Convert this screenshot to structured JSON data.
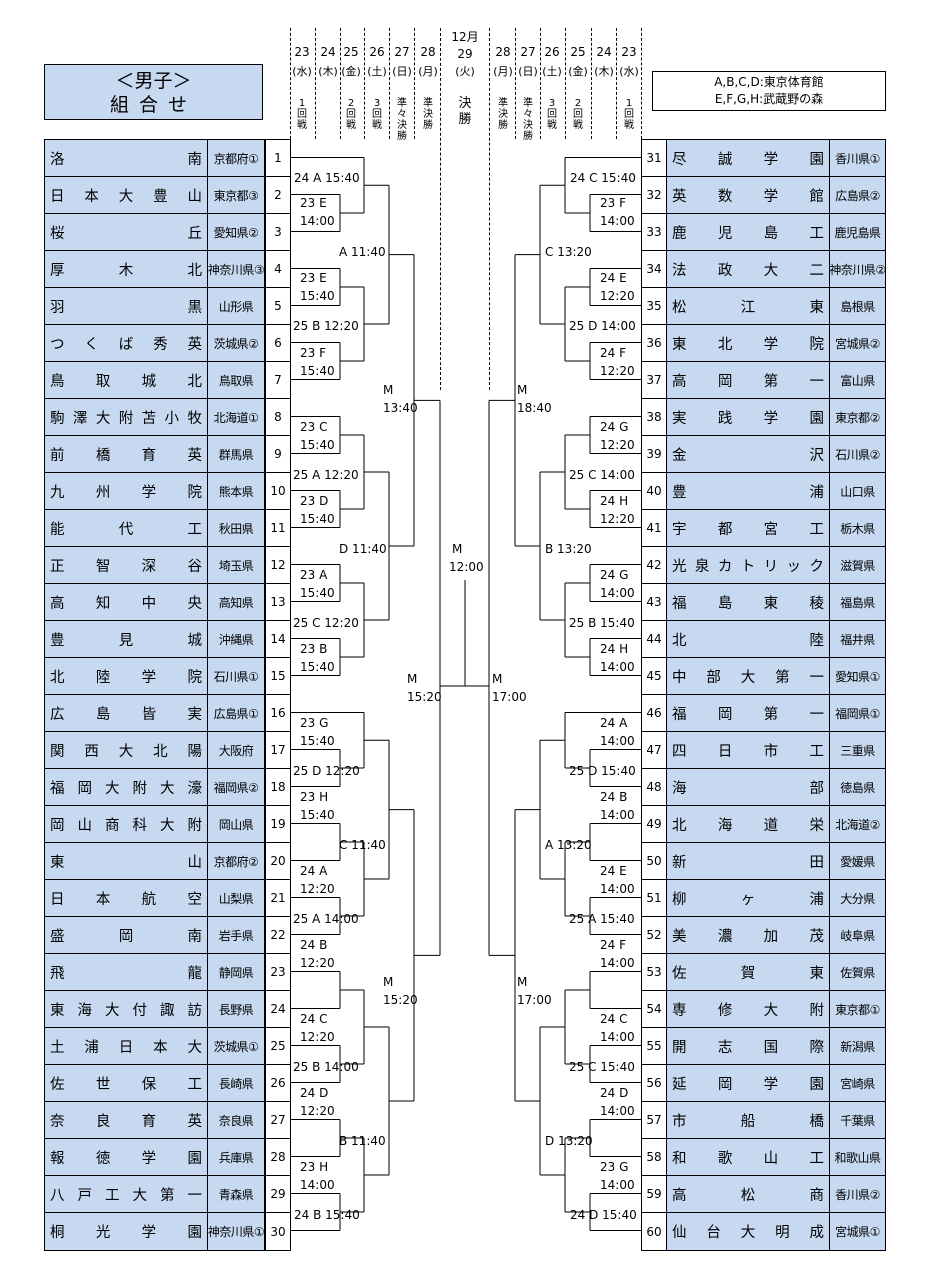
{
  "title": {
    "line1": "＜男子＞",
    "line2": "組合せ"
  },
  "venues": {
    "line1": "A,B,C,D:東京体育館",
    "line2": "E,F,G,H:武蔵野の森"
  },
  "month": "12月",
  "dates_left": [
    {
      "d": "23",
      "w": "(水)",
      "round": "1回戦"
    },
    {
      "d": "24",
      "w": "(木)",
      "round": ""
    },
    {
      "d": "25",
      "w": "(金)",
      "round": "2回戦"
    },
    {
      "d": "26",
      "w": "(土)",
      "round": "3回戦"
    },
    {
      "d": "27",
      "w": "(日)",
      "round": "準々決勝"
    },
    {
      "d": "28",
      "w": "(月)",
      "round": "準決勝"
    }
  ],
  "date_final": {
    "d": "29",
    "w": "(火)",
    "round": "決勝"
  },
  "dates_right": [
    {
      "d": "28",
      "w": "(月)",
      "round": "準決勝"
    },
    {
      "d": "27",
      "w": "(日)",
      "round": "準々決勝"
    },
    {
      "d": "26",
      "w": "(土)",
      "round": "3回戦"
    },
    {
      "d": "25",
      "w": "(金)",
      "round": "2回戦"
    },
    {
      "d": "24",
      "w": "(木)",
      "round": ""
    },
    {
      "d": "23",
      "w": "(水)",
      "round": "1回戦"
    }
  ],
  "left_teams": [
    {
      "no": "1",
      "school": "洛南",
      "pref": "京都府①"
    },
    {
      "no": "2",
      "school": "日本大豊山",
      "pref": "東京都③"
    },
    {
      "no": "3",
      "school": "桜丘",
      "pref": "愛知県②"
    },
    {
      "no": "4",
      "school": "厚木北",
      "pref": "神奈川県③"
    },
    {
      "no": "5",
      "school": "羽黒",
      "pref": "山形県"
    },
    {
      "no": "6",
      "school": "つくば秀英",
      "pref": "茨城県②"
    },
    {
      "no": "7",
      "school": "鳥取城北",
      "pref": "鳥取県"
    },
    {
      "no": "8",
      "school": "駒澤大附苫小牧",
      "pref": "北海道①"
    },
    {
      "no": "9",
      "school": "前橋育英",
      "pref": "群馬県"
    },
    {
      "no": "10",
      "school": "九州学院",
      "pref": "熊本県"
    },
    {
      "no": "11",
      "school": "能代工",
      "pref": "秋田県"
    },
    {
      "no": "12",
      "school": "正智深谷",
      "pref": "埼玉県"
    },
    {
      "no": "13",
      "school": "高知中央",
      "pref": "高知県"
    },
    {
      "no": "14",
      "school": "豊見城",
      "pref": "沖縄県"
    },
    {
      "no": "15",
      "school": "北陸学院",
      "pref": "石川県①"
    },
    {
      "no": "16",
      "school": "広島皆実",
      "pref": "広島県①"
    },
    {
      "no": "17",
      "school": "関西大北陽",
      "pref": "大阪府"
    },
    {
      "no": "18",
      "school": "福岡大附大濠",
      "pref": "福岡県②"
    },
    {
      "no": "19",
      "school": "岡山商科大附",
      "pref": "岡山県"
    },
    {
      "no": "20",
      "school": "東山",
      "pref": "京都府②"
    },
    {
      "no": "21",
      "school": "日本航空",
      "pref": "山梨県"
    },
    {
      "no": "22",
      "school": "盛岡南",
      "pref": "岩手県"
    },
    {
      "no": "23",
      "school": "飛龍",
      "pref": "静岡県"
    },
    {
      "no": "24",
      "school": "東海大付諏訪",
      "pref": "長野県"
    },
    {
      "no": "25",
      "school": "土浦日本大",
      "pref": "茨城県①"
    },
    {
      "no": "26",
      "school": "佐世保工",
      "pref": "長崎県"
    },
    {
      "no": "27",
      "school": "奈良育英",
      "pref": "奈良県"
    },
    {
      "no": "28",
      "school": "報徳学園",
      "pref": "兵庫県"
    },
    {
      "no": "29",
      "school": "八戸工大第一",
      "pref": "青森県"
    },
    {
      "no": "30",
      "school": "桐光学園",
      "pref": "神奈川県①"
    }
  ],
  "right_teams": [
    {
      "no": "31",
      "school": "尽誠学園",
      "pref": "香川県①"
    },
    {
      "no": "32",
      "school": "英数学館",
      "pref": "広島県②"
    },
    {
      "no": "33",
      "school": "鹿児島工",
      "pref": "鹿児島県"
    },
    {
      "no": "34",
      "school": "法政大二",
      "pref": "神奈川県②"
    },
    {
      "no": "35",
      "school": "松江東",
      "pref": "島根県"
    },
    {
      "no": "36",
      "school": "東北学院",
      "pref": "宮城県②"
    },
    {
      "no": "37",
      "school": "高岡第一",
      "pref": "富山県"
    },
    {
      "no": "38",
      "school": "実践学園",
      "pref": "東京都②"
    },
    {
      "no": "39",
      "school": "金沢",
      "pref": "石川県②"
    },
    {
      "no": "40",
      "school": "豊浦",
      "pref": "山口県"
    },
    {
      "no": "41",
      "school": "宇都宮工",
      "pref": "栃木県"
    },
    {
      "no": "42",
      "school": "光泉カトリック",
      "pref": "滋賀県"
    },
    {
      "no": "43",
      "school": "福島東稜",
      "pref": "福島県"
    },
    {
      "no": "44",
      "school": "北陸",
      "pref": "福井県"
    },
    {
      "no": "45",
      "school": "中部大第一",
      "pref": "愛知県①"
    },
    {
      "no": "46",
      "school": "福岡第一",
      "pref": "福岡県①"
    },
    {
      "no": "47",
      "school": "四日市工",
      "pref": "三重県"
    },
    {
      "no": "48",
      "school": "海部",
      "pref": "徳島県"
    },
    {
      "no": "49",
      "school": "北海道栄",
      "pref": "北海道②"
    },
    {
      "no": "50",
      "school": "新田",
      "pref": "愛媛県"
    },
    {
      "no": "51",
      "school": "柳ヶ浦",
      "pref": "大分県"
    },
    {
      "no": "52",
      "school": "美濃加茂",
      "pref": "岐阜県"
    },
    {
      "no": "53",
      "school": "佐賀東",
      "pref": "佐賀県"
    },
    {
      "no": "54",
      "school": "専修大附",
      "pref": "東京都①"
    },
    {
      "no": "55",
      "school": "開志国際",
      "pref": "新潟県"
    },
    {
      "no": "56",
      "school": "延岡学園",
      "pref": "宮崎県"
    },
    {
      "no": "57",
      "school": "市船橋",
      "pref": "千葉県"
    },
    {
      "no": "58",
      "school": "和歌山工",
      "pref": "和歌山県"
    },
    {
      "no": "59",
      "school": "高松商",
      "pref": "香川県②"
    },
    {
      "no": "60",
      "school": "仙台大明成",
      "pref": "宮城県①"
    }
  ],
  "matches": {
    "L1": "24 A 15:40",
    "L2": [
      "23 E",
      "14:00"
    ],
    "L3": "A 11:40",
    "L4": [
      "23 E",
      "15:40"
    ],
    "L5": "25 B 12:20",
    "L6": [
      "23 F",
      "15:40"
    ],
    "L7": [
      "M",
      "13:40"
    ],
    "L8": [
      "23 C",
      "15:40"
    ],
    "L9": "25 A 12:20",
    "L10": [
      "23 D",
      "15:40"
    ],
    "L11": "D 11:40",
    "L12": [
      "23 A",
      "15:40"
    ],
    "L13": "25 C 12:20",
    "L14": [
      "23 B",
      "15:40"
    ],
    "L15": [
      "M",
      "15:20"
    ],
    "L16": [
      "23 G",
      "15:40"
    ],
    "L17": "25 D 12:20",
    "L18": [
      "23 H",
      "15:40"
    ],
    "L19": "C 11:40",
    "L20": [
      "24 A",
      "12:20"
    ],
    "L21": "25 A 14:00",
    "L22": [
      "24 B",
      "12:20"
    ],
    "L23": [
      "M",
      "15:20"
    ],
    "L24": [
      "24 C",
      "12:20"
    ],
    "L25": "25 B 14:00",
    "L26": [
      "24 D",
      "12:20"
    ],
    "L27": "B 11:40",
    "L28": [
      "23 H",
      "14:00"
    ],
    "L29": "24 B 15:40",
    "F": [
      "M",
      "12:00"
    ],
    "R1": "24 C 15:40",
    "R2": [
      "23 F",
      "14:00"
    ],
    "R3": "C 13:20",
    "R4": [
      "24 E",
      "12:20"
    ],
    "R5": "25 D 14:00",
    "R6": [
      "24 F",
      "12:20"
    ],
    "R7": [
      "M",
      "18:40"
    ],
    "R8": [
      "24 G",
      "12:20"
    ],
    "R9": "25 C 14:00",
    "R10": [
      "24 H",
      "12:20"
    ],
    "R11": "B 13:20",
    "R12": [
      "24 G",
      "14:00"
    ],
    "R13": "25 B 15:40",
    "R14": [
      "24 H",
      "14:00"
    ],
    "R15": [
      "M",
      "17:00"
    ],
    "R16": [
      "24 A",
      "14:00"
    ],
    "R17": "25 D 15:40",
    "R18": [
      "24 B",
      "14:00"
    ],
    "R19": "A 13:20",
    "R20": [
      "24 E",
      "14:00"
    ],
    "R21": "25 A 15:40",
    "R22": [
      "24 F",
      "14:00"
    ],
    "R23": [
      "M",
      "17:00"
    ],
    "R24": [
      "24 C",
      "14:00"
    ],
    "R25": "25 C 15:40",
    "R26": [
      "24 D",
      "14:00"
    ],
    "R27": "D 13:20",
    "R28": [
      "23 G",
      "14:00"
    ],
    "R29": "24 D 15:40"
  }
}
